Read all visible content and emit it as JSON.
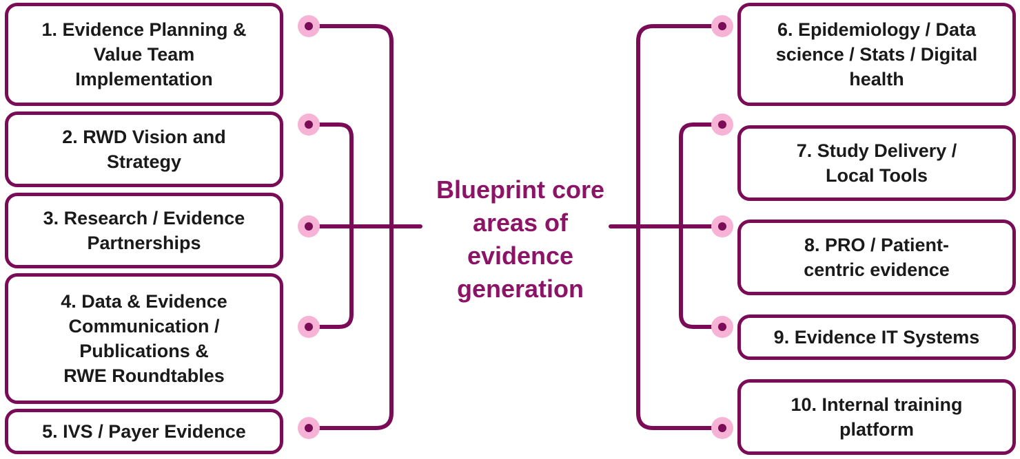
{
  "colors": {
    "border": "#7a0b57",
    "connector": "#7a0b57",
    "dot_outer": "#f6b3d5",
    "dot_inner": "#7a0b57",
    "center_text": "#8c1467",
    "box_text": "#1a1a1a"
  },
  "center": {
    "title": "Blueprint core\nareas of\nevidence\ngeneration"
  },
  "left_boxes": [
    {
      "label": "1. Evidence Planning &\nValue Team\nImplementation"
    },
    {
      "label": "2. RWD Vision and\nStrategy"
    },
    {
      "label": "3. Research / Evidence\nPartnerships"
    },
    {
      "label": "4. Data & Evidence\nCommunication /\nPublications &\nRWE Roundtables"
    },
    {
      "label": "5. IVS / Payer Evidence"
    }
  ],
  "right_boxes": [
    {
      "label": "6. Epidemiology / Data\nscience / Stats / Digital\nhealth"
    },
    {
      "label": "7. Study Delivery /\nLocal Tools"
    },
    {
      "label": "8. PRO / Patient-\ncentric evidence"
    },
    {
      "label": "9. Evidence IT Systems"
    },
    {
      "label": "10. Internal training\nplatform"
    }
  ],
  "icons": {
    "connector_dot": "connector-dot-icon"
  }
}
